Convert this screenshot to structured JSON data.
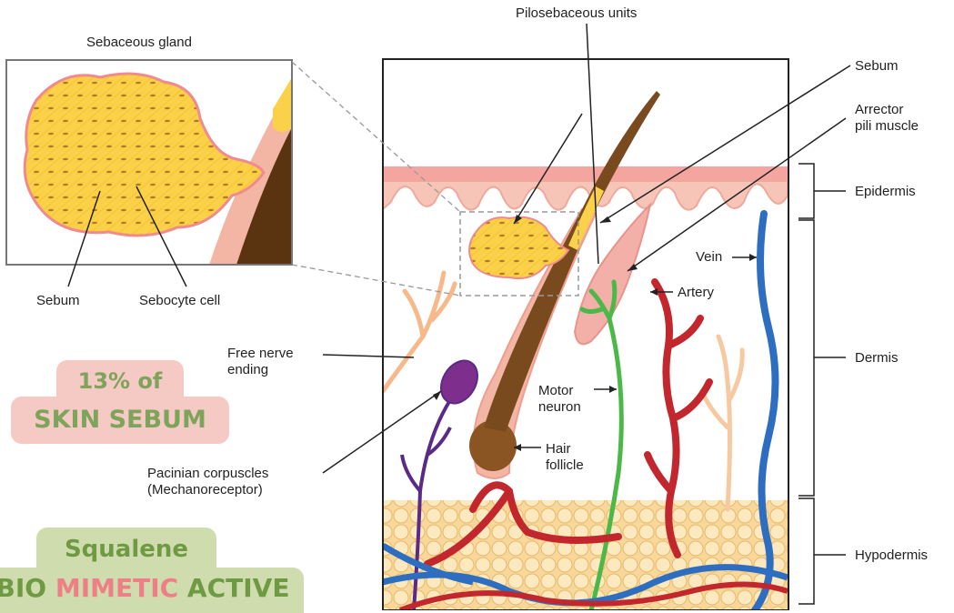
{
  "labels": {
    "sebaceous_gland": "Sebaceous gland",
    "pilosebaceous_units": "Pilosebaceous units",
    "sebum_right": "Sebum",
    "arrector_1": "Arrector",
    "arrector_2": "pili muscle",
    "epidermis": "Epidermis",
    "vein": "Vein",
    "artery": "Artery",
    "dermis": "Dermis",
    "sebum_left": "Sebum",
    "sebocyte_cell": "Sebocyte cell",
    "free_nerve_1": "Free nerve",
    "free_nerve_2": "ending",
    "motor_1": "Motor",
    "motor_2": "neuron",
    "hair_1": "Hair",
    "hair_2": "follicle",
    "pacinian_1": "Pacinian corpuscles",
    "pacinian_2": "(Mechanoreceptor)",
    "hypodermis": "Hypodermis"
  },
  "callouts": {
    "sebum_pct_line1": "13% of",
    "sebum_pct_line2": "SKIN SEBUM",
    "squalene": "Squalene",
    "active_prefix": "BIO",
    "active_highlight": "MIMETIC",
    "active_suffix": "ACTIVE"
  },
  "colors": {
    "skin_pink": "#f4b6a4",
    "epidermis_pink": "#f08a8e",
    "sebum_yellow": "#fbd149",
    "hair_brown": "#7a4a1f",
    "vein_blue": "#2e6ec0",
    "artery_red": "#c1272d",
    "motor_green": "#4cb848",
    "pacinian_purple": "#5b2a86",
    "fat_cream": "#fbe0a8",
    "pill_pink": "#f5c9c4",
    "pill_green": "#cfdcae",
    "text_green": "#7ea35a",
    "text_pink": "#ef7f87"
  }
}
